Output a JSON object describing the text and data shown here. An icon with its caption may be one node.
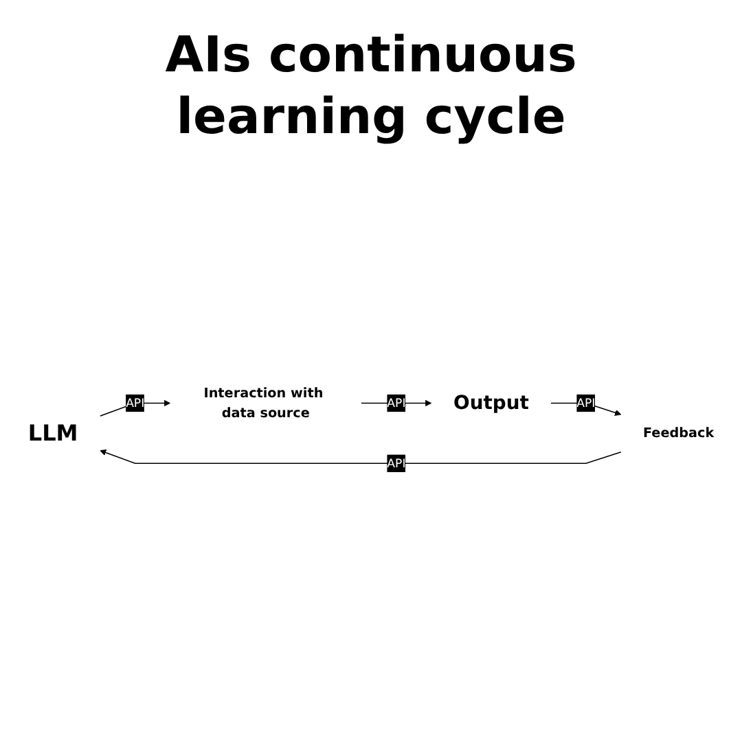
{
  "diagram": {
    "title": "AIs continuous learning cycle",
    "nodes": [
      {
        "text": [
          "LLM"
        ]
      },
      {
        "text": [
          "Interaction with data source"
        ]
      },
      {
        "text": [
          "Output"
        ]
      },
      {
        "text": [
          "Feedback"
        ]
      }
    ],
    "edges": [
      {
        "from": 0,
        "to": 1,
        "arrow": "to",
        "label": "API"
      },
      {
        "from": 1,
        "to": 2,
        "arrow": "to",
        "label": "API"
      },
      {
        "from": 2,
        "to": 3,
        "arrow": "to",
        "label": "API"
      },
      {
        "from": 3,
        "to": 0,
        "arrow": "to",
        "label": "API"
      }
    ]
  }
}
